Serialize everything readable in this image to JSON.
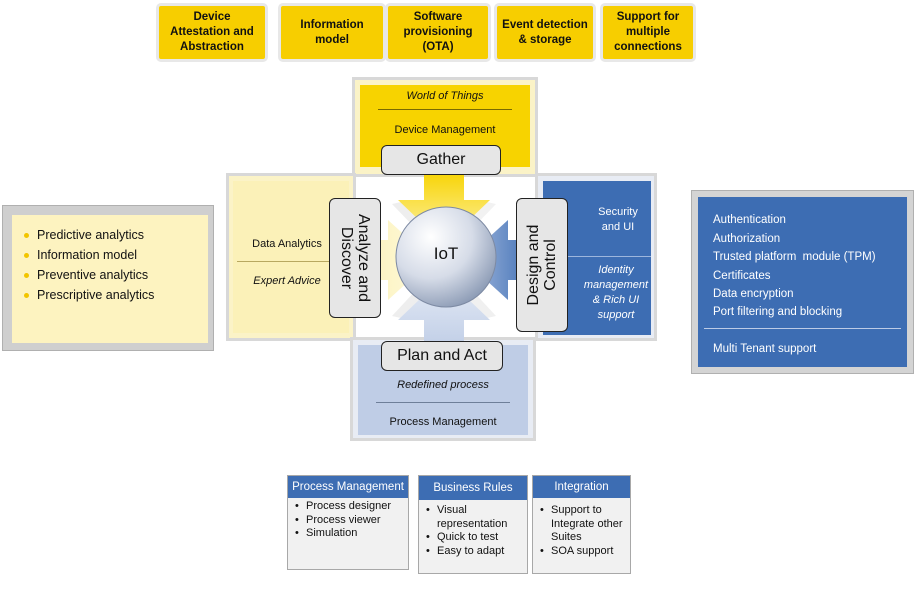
{
  "top_features": [
    {
      "label": "Device\nAttestation and\nAbstraction"
    },
    {
      "label": "Information\nmodel"
    },
    {
      "label": "Software\nprovisioning\n(OTA)"
    },
    {
      "label": "Event detection\n& storage"
    },
    {
      "label": "Support for\nmultiple\nconnections"
    }
  ],
  "center": {
    "label": "IoT"
  },
  "top_quadrant": {
    "subtitle": "World of Things",
    "title": "Device Management",
    "pill": "Gather"
  },
  "left_quadrant": {
    "title": "Data Analytics",
    "subtitle": "Expert Advice",
    "pill": "Analyze and\nDiscover"
  },
  "right_quadrant": {
    "title": "Security\nand UI",
    "subtitle": "Identity\nmanagement\n& Rich UI\nsupport",
    "pill": "Design and\nControl"
  },
  "bottom_quadrant": {
    "pill": "Plan and Act",
    "subtitle": "Redefined process",
    "title": "Process Management"
  },
  "analytics_panel": {
    "items": [
      "Predictive analytics",
      "Information model",
      "Preventive analytics",
      "Prescriptive analytics"
    ]
  },
  "security_panel": {
    "items": [
      "Authentication",
      "Authorization",
      "Trusted platform  module (TPM)",
      "Certificates",
      "Data encryption",
      "Port filtering and blocking"
    ],
    "footer": "Multi Tenant support"
  },
  "bottom_boxes": [
    {
      "header": "Process Management",
      "items": [
        "Process designer",
        "Process viewer",
        "Simulation"
      ]
    },
    {
      "header": "Business Rules",
      "items": [
        "Visual representation",
        "Quick to test",
        "Easy to adapt"
      ]
    },
    {
      "header": "Integration",
      "items": [
        "Support to Integrate other Suites",
        "SOA support"
      ]
    }
  ],
  "colors": {
    "yellow": "#f7ce00",
    "blue": "#3d6db3",
    "light_blue": "#bfcde6",
    "pale_yellow": "#fbf1b8"
  }
}
